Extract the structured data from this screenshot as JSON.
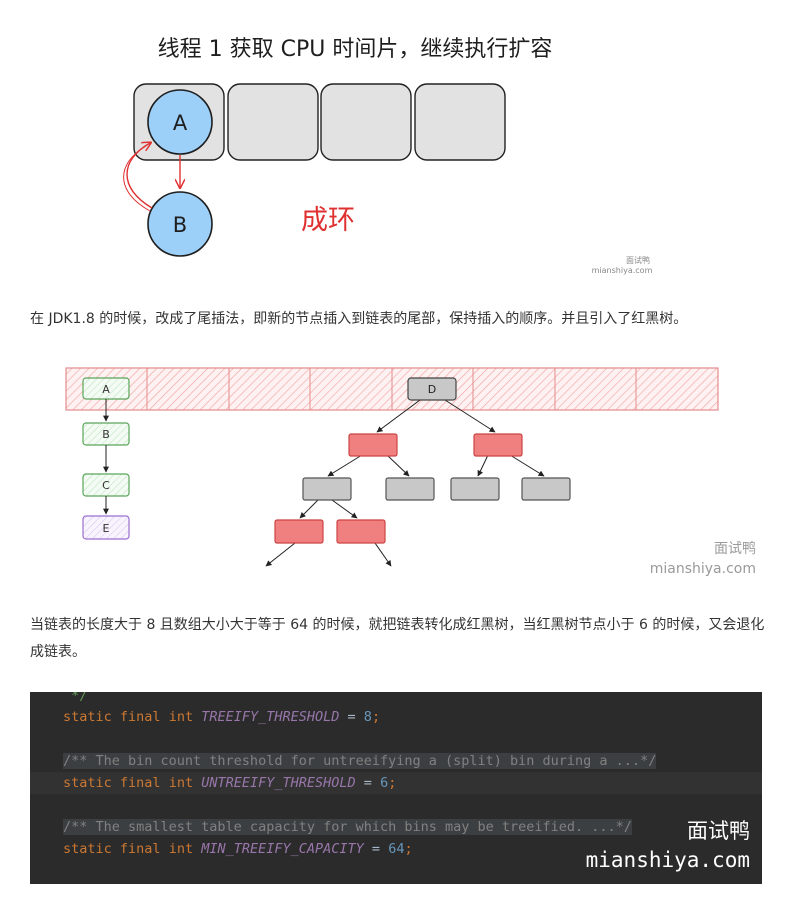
{
  "figure1": {
    "title": "线程 1 获取 CPU 时间片，继续执行扩容",
    "node_a": "A",
    "node_b": "B",
    "loop_label": "成环",
    "watermark_cn": "面试鸭",
    "watermark_en": "mianshiya.com",
    "colors": {
      "node_fill": "#9dd0f8",
      "loop_red": "#e03131",
      "bucket_fill": "#e2e2e2"
    }
  },
  "paragraph1": "在 JDK1.8 的时候，改成了尾插法，即新的节点插入到链表的尾部，保持插入的顺序。并且引入了红黑树。",
  "figure2": {
    "list_nodes": [
      "A",
      "B",
      "C",
      "E"
    ],
    "tree_root": "D",
    "watermark_cn": "面试鸭",
    "watermark_en": "mianshiya.com",
    "colors": {
      "red_node": "#f08080",
      "gray_node": "#c8c8c8",
      "green_node": "#7ec87e",
      "purple_node": "#a37ad6",
      "bucket_hatch": "#f4a0a0"
    }
  },
  "paragraph2": "当链表的长度大于 8 且数组大小大于等于 64 的时候，就把链表转化成红黑树，当红黑树节点小于 6 的时候，又会退化成链表。",
  "code": {
    "line0_comment_end": " */",
    "l1_static": "static",
    "l1_final": "final",
    "l1_int": "int",
    "l1_name": "TREEIFY_THRESHOLD",
    "l1_eq": " = ",
    "l1_val": "8",
    "l1_semi": ";",
    "l3_comment": "/** The bin count threshold for untreeifying a (split) bin during a ...*/",
    "l4_static": "static",
    "l4_final": "final",
    "l4_int": "int",
    "l4_name": "UNTREEIFY_THRESHOLD",
    "l4_eq": " = ",
    "l4_val": "6",
    "l4_semi": ";",
    "l6_comment": "/** The smallest table capacity for which bins may be treeified. ...*/",
    "l7_static": "static",
    "l7_final": "final",
    "l7_int": "int",
    "l7_name": "MIN_TREEIFY_CAPACITY",
    "l7_eq": " = ",
    "l7_val": "64",
    "l7_semi": ";",
    "watermark_cn": "面试鸭",
    "watermark_en": "mianshiya.com"
  }
}
